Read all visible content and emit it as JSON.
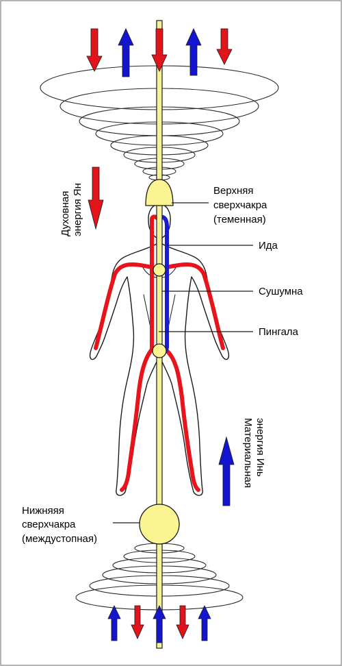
{
  "labels": {
    "upper_chakra": [
      "Верхняя",
      "сверхчакра",
      "(теменная)"
    ],
    "ida": "Ида",
    "sushumna": "Сушумна",
    "pingala": "Пингала",
    "lower_chakra": [
      "Нижняяя",
      "сверхчакра",
      "(междустопная)"
    ],
    "spiritual_energy": [
      "Духовная",
      "энергия Ян"
    ],
    "material_energy": [
      "Материальная",
      "энергия Инь"
    ]
  },
  "colors": {
    "red_channel": "#e8141c",
    "blue_channel": "#1b1bd4",
    "axis_fill": "#f6f29a",
    "chakra_fill": "#faf592",
    "arrow_red": "#e2141b",
    "arrow_blue": "#1515cf",
    "outline": "#1a1a1a",
    "frame": "#9a9a9a"
  },
  "top_arrows": [
    "down-red",
    "up-blue",
    "down-red",
    "up-blue",
    "down-red"
  ],
  "bottom_arrows": [
    "up-blue",
    "down-red",
    "up-blue",
    "down-red",
    "up-blue"
  ]
}
